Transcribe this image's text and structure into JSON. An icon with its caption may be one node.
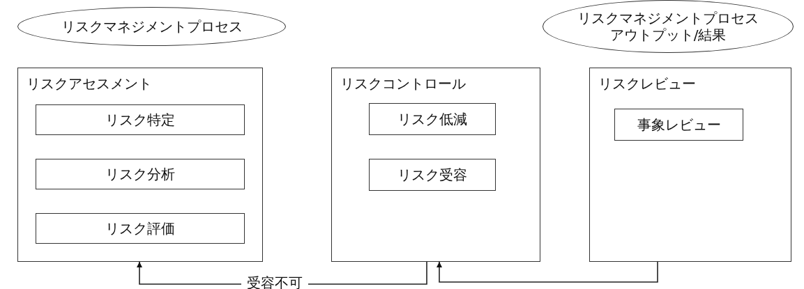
{
  "diagram": {
    "nodes": [
      {
        "text": [
          "リスクマネジメントプロセス"
        ]
      },
      {
        "text": [
          "リスクマネジメントプロセスアウトプット/結果"
        ]
      },
      {
        "text": [
          "リスクアセスメント"
        ]
      },
      {
        "text": [
          "リスク特定"
        ],
        "in": 2
      },
      {
        "text": [
          "リスク分析"
        ],
        "in": 2
      },
      {
        "text": [
          "リスク評価"
        ],
        "in": 2
      },
      {
        "text": [
          "リスクコントロール"
        ]
      },
      {
        "text": [
          "リスク低減"
        ],
        "in": 6
      },
      {
        "text": [
          "リスク受容"
        ],
        "in": 6
      },
      {
        "text": [
          "リスクレビュー"
        ]
      },
      {
        "text": [
          "事象レビュー"
        ],
        "in": 9
      }
    ],
    "edges": [
      {
        "from": 6,
        "to": 2,
        "arrow": "to",
        "label": "受容不可"
      },
      {
        "from": 9,
        "to": 6,
        "arrow": "to"
      }
    ]
  }
}
